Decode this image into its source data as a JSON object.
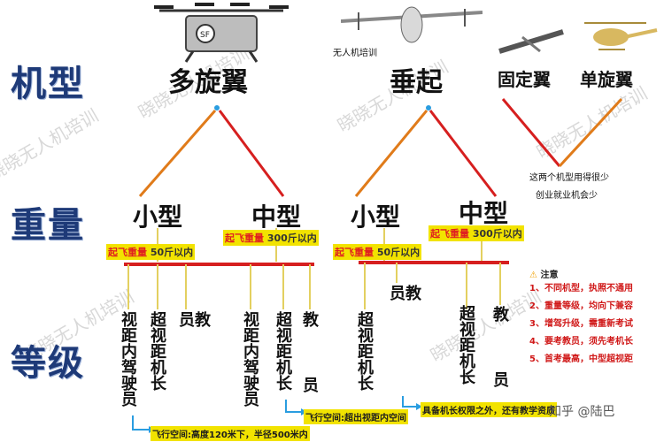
{
  "watermarks": [
    "晓晓无人机培训",
    "晓晓无人机培训",
    "晓晓无人机培训",
    "晓晓无人机培训",
    "晓晓无人机培训",
    "晓晓无人机培训"
  ],
  "row_labels": {
    "model": "机型",
    "weight": "重量",
    "grade": "等级"
  },
  "models": {
    "multirotor": "多旋翼",
    "vtol": "垂起",
    "fixed_wing": "固定翼",
    "helicopter": "单旋翼",
    "vtol_caption": "无人机培训",
    "rare_note_1": "这两个机型用得很少",
    "rare_note_2": "创业就业机会少"
  },
  "sizes": {
    "small_1": "小型",
    "medium_1": "中型",
    "small_2": "小型",
    "medium_2": "中型"
  },
  "weights": {
    "label": "起飞重量",
    "small_1": "50斤以内",
    "medium_1": "300斤以内",
    "small_2": "50斤以内",
    "medium_2": "300斤以内"
  },
  "grades": {
    "left": [
      "视距内驾驶员",
      "超视距机长",
      "教员",
      "视距内驾驶员",
      "超视距机长",
      "教员"
    ],
    "right": [
      "超视距机长",
      "教员",
      "超视距机长",
      "教员"
    ]
  },
  "notes": {
    "note_1": "飞行空间:高度120米下，半径500米内",
    "note_2": "飞行空间:超出视距内空间",
    "note_3": "具备机长权限之外，还有教学资质"
  },
  "warning": {
    "title": "注意",
    "items": [
      "1、不同机型，执照不通用",
      "2、重量等级，均向下兼容",
      "3、增驾升级，需重新考试",
      "4、要考教员，须先考机长",
      "5、首考最高，中型超视距"
    ]
  },
  "footer": "知乎 @陆巴"
}
